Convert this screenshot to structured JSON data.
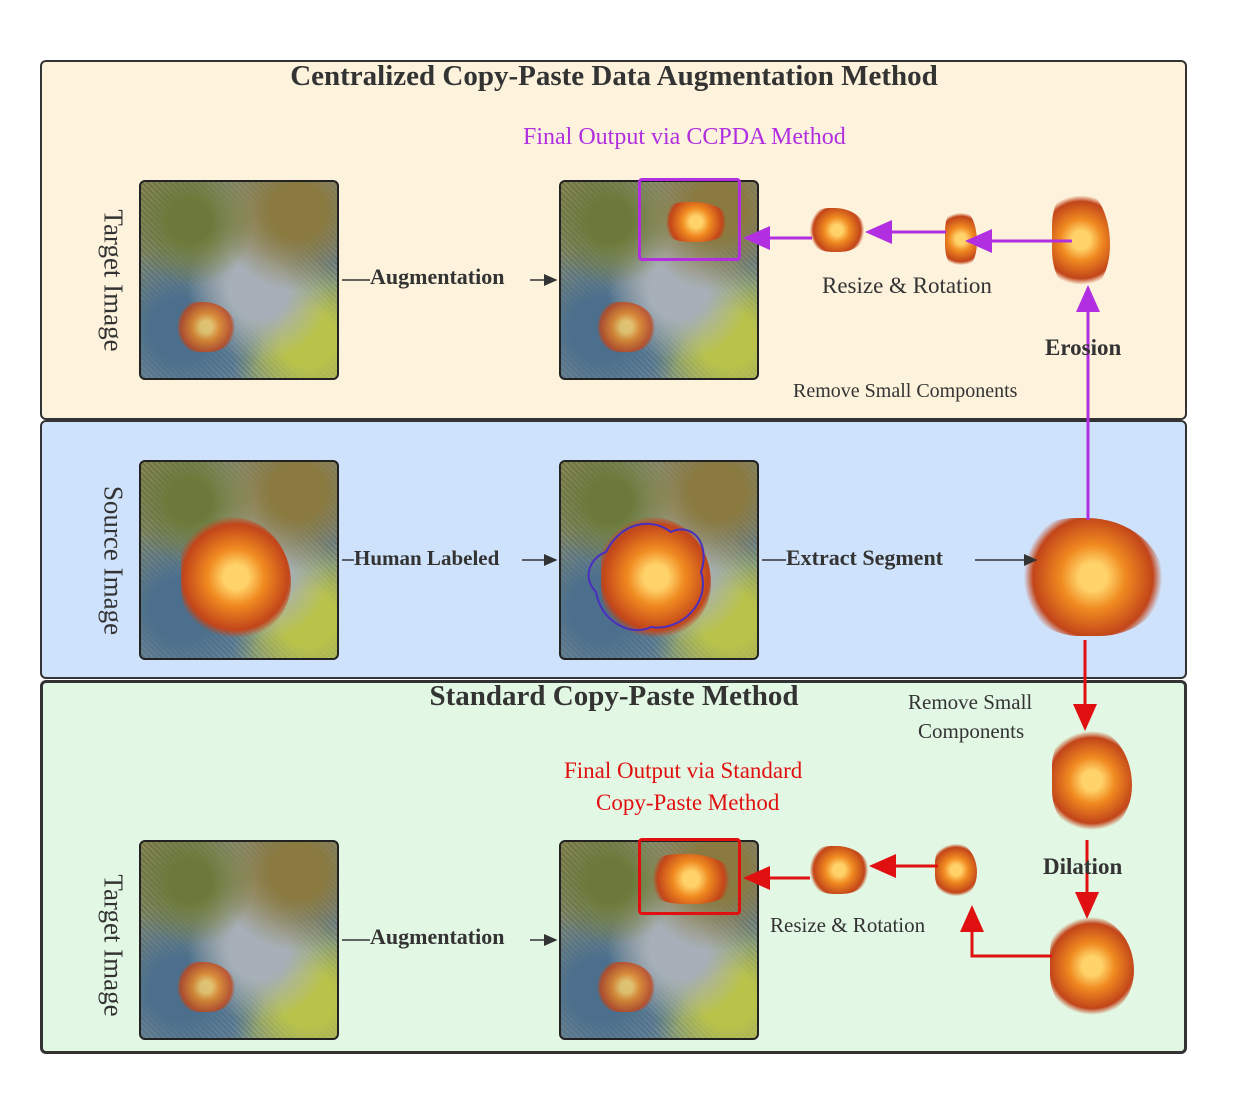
{
  "panels": {
    "top": {
      "title": "Centralized Copy-Paste Data Augmentation Method"
    },
    "bottom": {
      "title": "Standard Copy-Paste Method"
    }
  },
  "row_labels": {
    "top": "Target Image",
    "middle": "Source Image",
    "bottom": "Target Image"
  },
  "arrows": {
    "top_augmentation": "Augmentation",
    "human_labeled": "Human Labeled",
    "extract_segment": "Extract Segment",
    "bottom_augmentation": "Augmentation"
  },
  "ccpda": {
    "final_output": "Final Output via CCPDA Method",
    "resize_rotation": "Resize & Rotation",
    "erosion": "Erosion",
    "remove_small": "Remove Small Components"
  },
  "standard": {
    "final_output_line1": "Final Output via Standard",
    "final_output_line2": "Copy-Paste Method",
    "resize_rotation": "Resize & Rotation",
    "dilation": "Dilation",
    "remove_small_line1": "Remove Small",
    "remove_small_line2": "Components"
  },
  "colors": {
    "ccpda_accent": "#b12fe0",
    "standard_accent": "#e01010",
    "top_panel_bg": "#fdf2dc",
    "middle_panel_bg": "#cfe2fb",
    "bottom_panel_bg": "#e3f8e4"
  }
}
